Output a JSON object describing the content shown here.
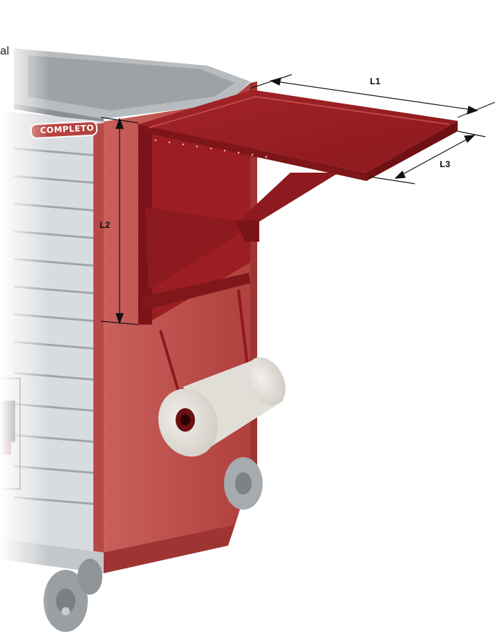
{
  "text_fragment": "al",
  "badge": {
    "brand": "COMPLETO"
  },
  "dimensions": {
    "l1": "L1",
    "l2": "L2",
    "l3": "L3"
  },
  "colors": {
    "cabinet_red": "#b5423f",
    "shelf_red": "#9c1e22",
    "drawer_grey": "#d7dadd",
    "paper_roll": "#e6e4df",
    "wheel_grey": "#9a9fa4"
  }
}
